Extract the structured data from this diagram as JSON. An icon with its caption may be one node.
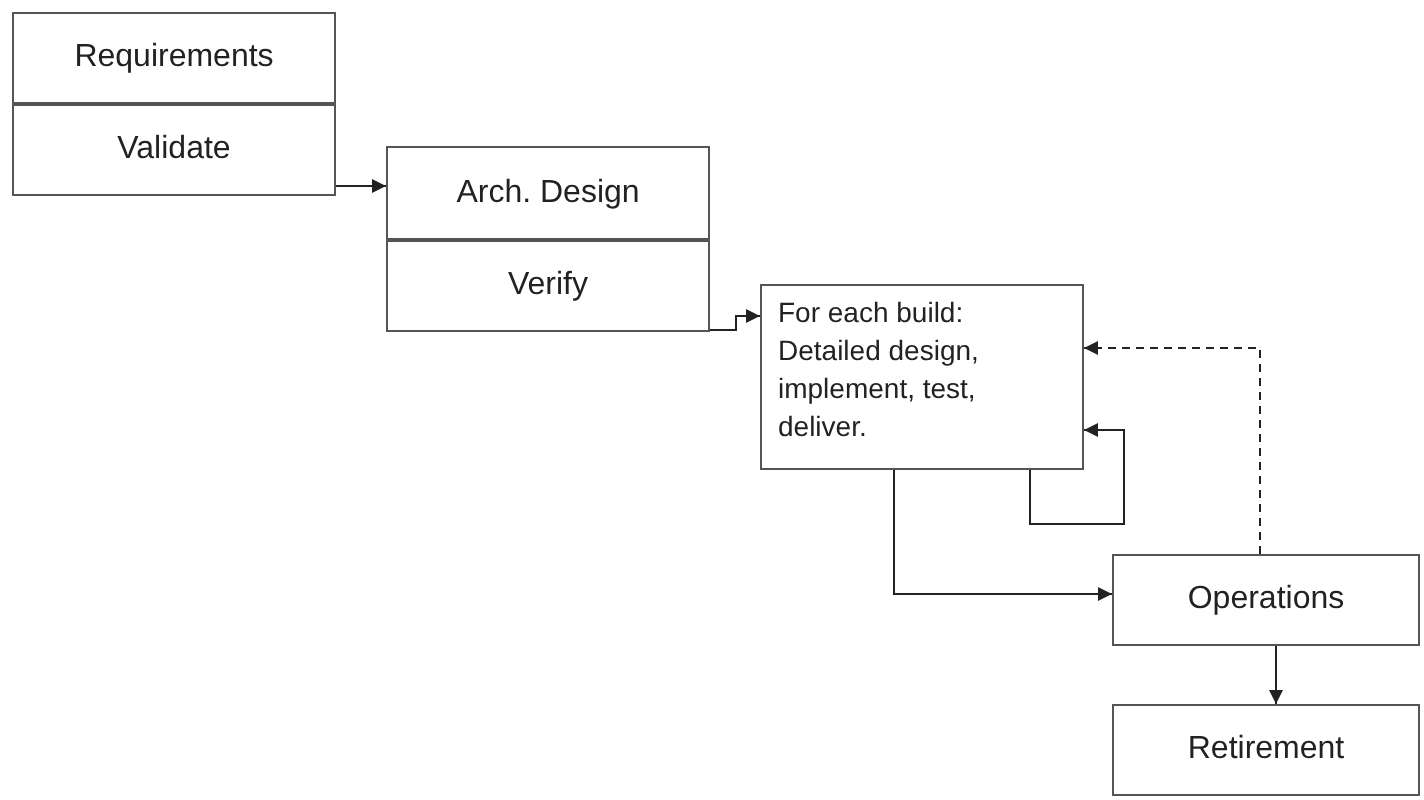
{
  "diagram": {
    "nodes": [
      {
        "text": [
          "Requirements"
        ]
      },
      {
        "text": [
          "Validate"
        ]
      },
      {
        "text": [
          "Arch. Design"
        ]
      },
      {
        "text": [
          "Verify"
        ]
      },
      {
        "text": [
          "For each build: Detailed design, implement, test, deliver."
        ]
      },
      {
        "text": [
          "Operations"
        ]
      },
      {
        "text": [
          "Retirement"
        ]
      }
    ],
    "edges": [
      {
        "from": 1,
        "to": 2,
        "arrow": "to"
      },
      {
        "from": 3,
        "to": 4,
        "arrow": "to"
      },
      {
        "from": 4,
        "to": 4,
        "arrow": "to"
      },
      {
        "from": 4,
        "to": 5,
        "arrow": "to"
      },
      {
        "from": 5,
        "to": 4,
        "arrow": "to",
        "style": "dashed"
      },
      {
        "from": 5,
        "to": 6,
        "arrow": "to"
      }
    ]
  }
}
